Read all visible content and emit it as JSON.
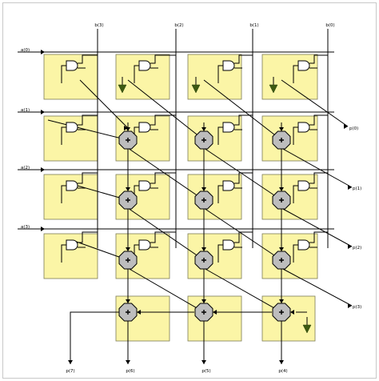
{
  "inputs_b": [
    "b(3)",
    "b(2)",
    "b(1)",
    "b(0)"
  ],
  "inputs_a": [
    "a(0)",
    "a(1)",
    "a(2)",
    "a(3)"
  ],
  "outputs_right": [
    "p(0)",
    "p(1)",
    "p(2)",
    "p(3)"
  ],
  "outputs_bottom": [
    "p(7)",
    "p(6)",
    "p(5)",
    "p(4)"
  ],
  "colors": {
    "cell_fill": "#fbf5a6",
    "cell_stroke": "#7d7a55",
    "adder_fill": "#bdbdbd",
    "ground_fill": "#3d5a12",
    "wire": "#000000"
  }
}
